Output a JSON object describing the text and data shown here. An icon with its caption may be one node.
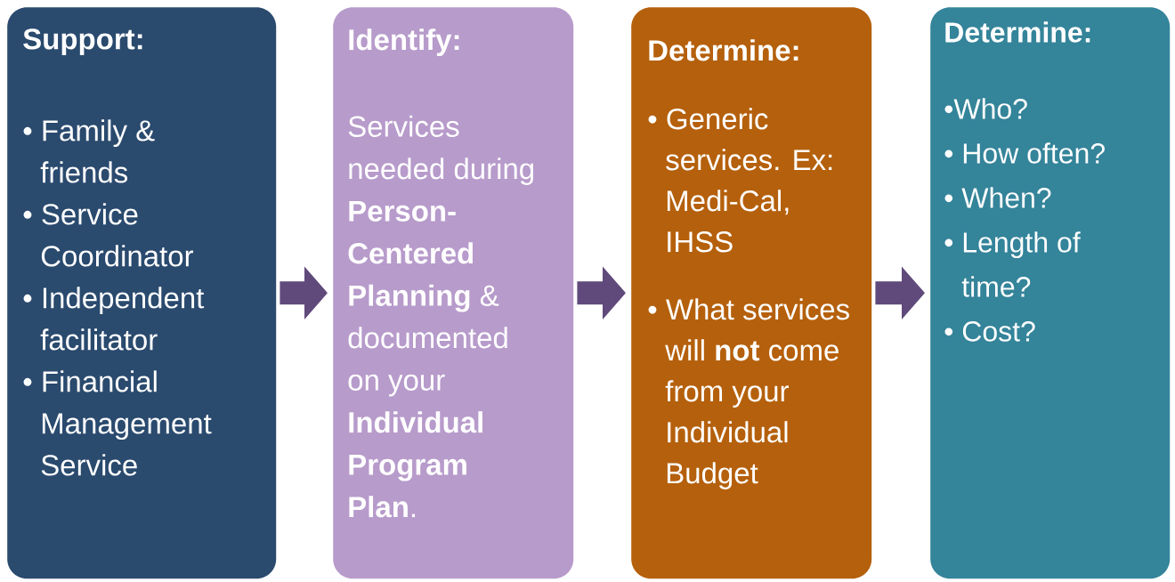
{
  "diagram": {
    "nodes": [
      {
        "text": [
          "Support:",
          "• Family & friends",
          "• Service Coordinator",
          "• Independent facilitator",
          "• Financial Management Service"
        ]
      },
      {
        "text": [
          "Identify:",
          "Services needed during **Person-Centered Planning** & documented on your **Individual Program Plan**."
        ]
      },
      {
        "text": [
          "Determine:",
          "• Generic services. Ex: Medi-Cal, IHSS",
          "• What services will **not** come from your Individual Budget"
        ]
      },
      {
        "text": [
          "Determine:",
          "•Who?",
          "• How often?",
          "• When?",
          "• Length of time?",
          "• Cost?"
        ]
      }
    ],
    "edges": [
      {
        "from": 0,
        "to": 1,
        "arrow": "to"
      },
      {
        "from": 1,
        "to": 2,
        "arrow": "to"
      },
      {
        "from": 2,
        "to": 3,
        "arrow": "to"
      }
    ]
  }
}
